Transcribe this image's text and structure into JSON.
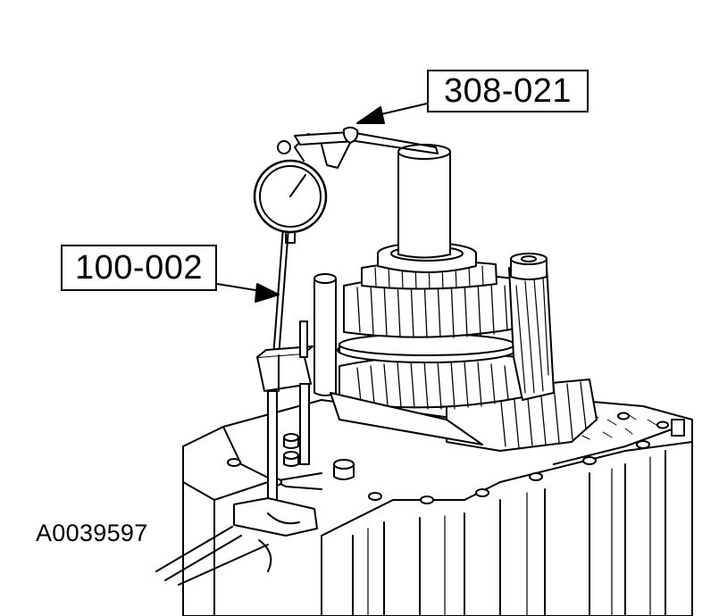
{
  "callouts": {
    "dial_indicator_bracket": "308-021",
    "dial_indicator": "100-002"
  },
  "figure_id": "A0039597",
  "colors": {
    "ink": "#000000",
    "paper": "#ffffff"
  }
}
